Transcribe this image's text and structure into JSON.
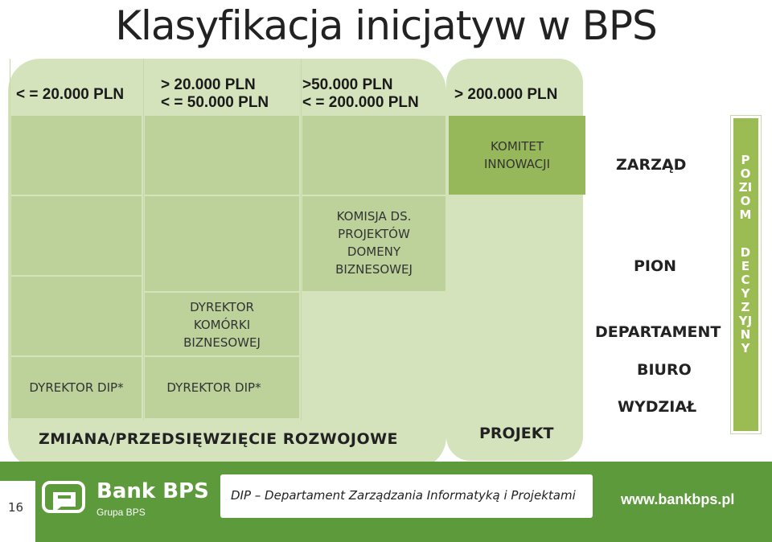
{
  "title": "Klasyfikacja inicjatyw w BPS",
  "thresholds": {
    "t1": "< = 20.000 PLN",
    "t2a": "> 20.000 PLN",
    "t2b": "< = 50.000 PLN",
    "t3a": ">50.000 PLN",
    "t3b": "< = 200.000 PLN",
    "t4": "> 200.000 PLN"
  },
  "roles": {
    "dyrektor_dip_1": "DYREKTOR DIP*",
    "dyrektor_komorki": "DYREKTOR KOMÓRKI BIZNESOWEJ",
    "dyrektor_dip_2": "DYREKTOR DIP*",
    "komisja": "KOMISJA DS. PROJEKTÓW DOMENY BIZNESOWEJ",
    "komitet": "KOMITET INNOWACJI",
    "zmiana": "ZMIANA/PRZEDSIĘWZIĘCIE ROZWOJOWE",
    "projekt": "PROJEKT"
  },
  "levels": {
    "zarzad": "ZARZĄD",
    "pion": "PION",
    "departament": "DEPARTAMENT",
    "biuro": "BIURO",
    "wydzial": "WYDZIAŁ",
    "poziom_top": "POZIOM",
    "poziom_bottom": "DECYZYJNY"
  },
  "footer": {
    "page_number": "16",
    "brand": "Bank BPS",
    "brand_sub": "Grupa BPS",
    "dip_note": "DIP – Departament Zarządzania Informatyką i Projektami",
    "url": "www.bankbps.pl"
  },
  "colors": {
    "panel": "#d5e3bd",
    "cell": "#bcd29a",
    "dark_cell": "#97b85a",
    "footer": "#5d9a3c",
    "poziom": "#9abc52"
  }
}
